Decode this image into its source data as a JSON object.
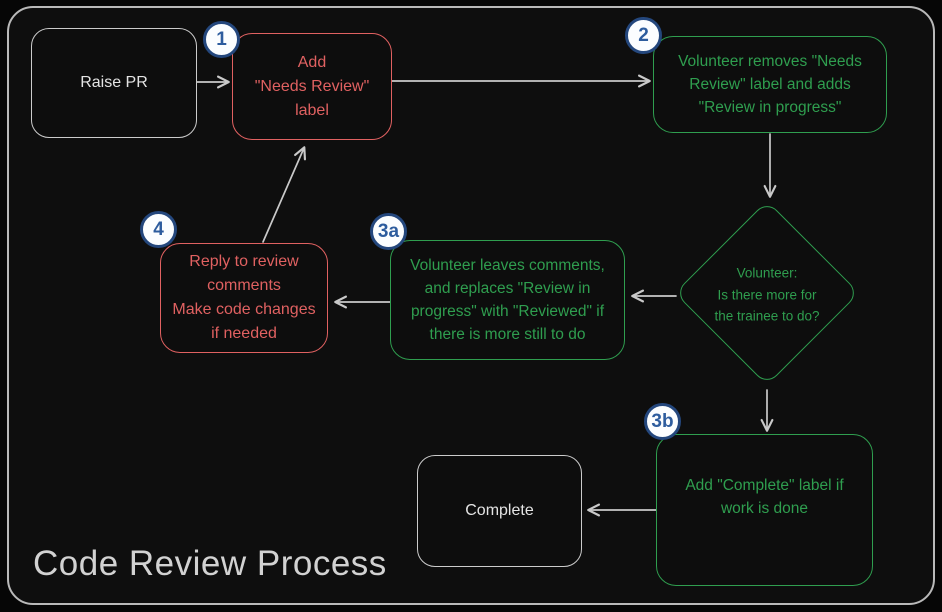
{
  "title": "Code Review Process",
  "colors": {
    "green": "#2f9e4f",
    "red": "#e06161",
    "neutral_border": "#cbcbcb",
    "arrow": "#c9c9c9",
    "badge_border": "#24477d",
    "badge_text": "#2d5c9e",
    "badge_fill": "#fbfdff",
    "background": "#0d0d0d"
  },
  "nodes": {
    "raise_pr": {
      "label": "Raise PR"
    },
    "step1": {
      "badge": "1",
      "label": "Add\n\"Needs Review\"\nlabel"
    },
    "step2": {
      "badge": "2",
      "label": "Volunteer removes \"Needs\nReview\" label and adds\n\"Review in progress\""
    },
    "decision": {
      "label": "Volunteer:\nIs there more for\nthe trainee to do?"
    },
    "step3a": {
      "badge": "3a",
      "label": "Volunteer leaves comments,\nand replaces \"Review in\nprogress\" with \"Reviewed\" if\nthere is more still to do"
    },
    "step4": {
      "badge": "4",
      "label": "Reply to review\ncomments\nMake code changes\nif needed"
    },
    "step3b": {
      "badge": "3b",
      "label": "Add \"Complete\" label if\nwork is done"
    },
    "complete": {
      "label": "Complete"
    }
  }
}
